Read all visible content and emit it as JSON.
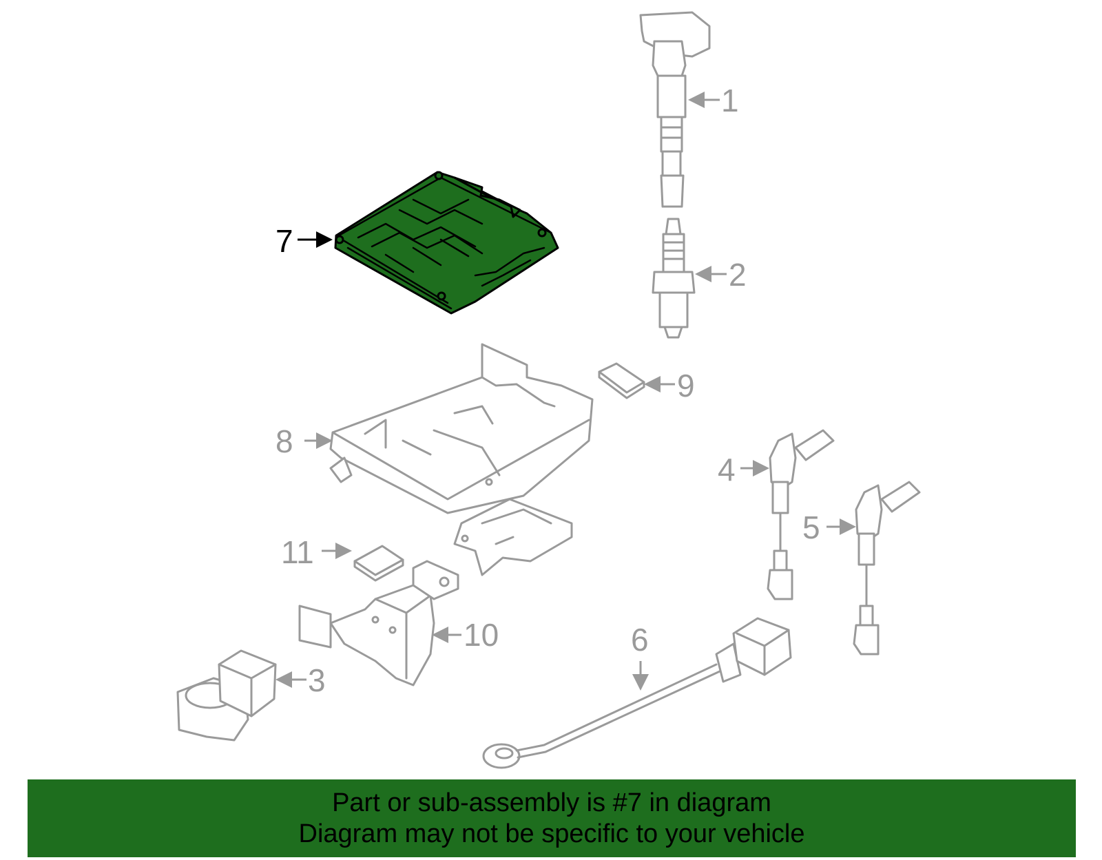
{
  "colors": {
    "highlight_part": "#1e6e1e",
    "banner_background": "#1e6e1e",
    "part_outline": "#9a9a9a",
    "active_callout": "#000000"
  },
  "diagram": {
    "highlighted_part": "7",
    "callouts": [
      {
        "number": "1"
      },
      {
        "number": "2"
      },
      {
        "number": "3"
      },
      {
        "number": "4"
      },
      {
        "number": "5"
      },
      {
        "number": "6"
      },
      {
        "number": "7"
      },
      {
        "number": "8"
      },
      {
        "number": "9"
      },
      {
        "number": "10"
      },
      {
        "number": "11"
      }
    ]
  },
  "banner": {
    "line1": "Part or sub-assembly is #7 in diagram",
    "line2": "Diagram may not be specific to your vehicle"
  }
}
